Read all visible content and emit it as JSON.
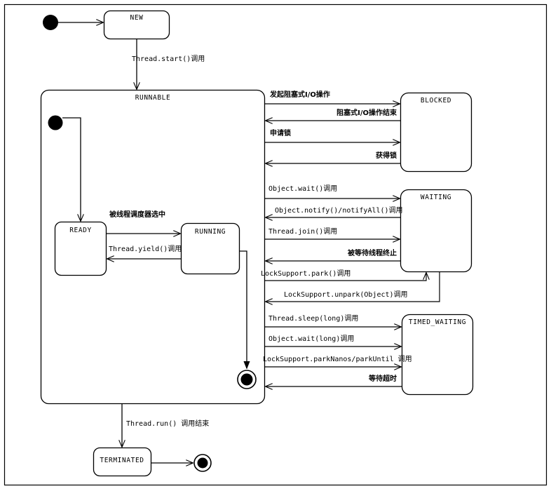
{
  "diagram": {
    "title": "Java Thread State Machine Diagram",
    "type": "uml-state-diagram",
    "line_color": "#000000",
    "fill_color": "#ffffff",
    "background": "#ffffff"
  },
  "states": {
    "new": "NEW",
    "runnable": "RUNNABLE",
    "ready": "READY",
    "running": "RUNNING",
    "blocked": "BLOCKED",
    "waiting": "WAITING",
    "timed_waiting": "TIMED_WAITING",
    "terminated": "TERMINATED"
  },
  "transitions": {
    "new_to_runnable": "Thread.start()调用",
    "ready_to_running": "被线程调度器选中",
    "running_to_ready": "Thread.yield()调用",
    "runnable_to_blocked_io": "发起阻塞式I/O操作",
    "blocked_to_runnable_io": "阻塞式I/O操作结束",
    "runnable_to_blocked_lock": "申请锁",
    "blocked_to_runnable_lock": "获得锁",
    "runnable_to_waiting_wait": "Object.wait()调用",
    "waiting_to_runnable_notify": "Object.notify()/notifyAll()调用",
    "runnable_to_waiting_join": "Thread.join()调用",
    "waiting_to_runnable_join": "被等待线程终止",
    "runnable_to_waiting_park": "LockSupport.park()调用",
    "waiting_to_runnable_unpark": "LockSupport.unpark(Object)调用",
    "runnable_to_timed_sleep": "Thread.sleep(long)调用",
    "runnable_to_timed_wait": "Object.wait(long)调用",
    "runnable_to_timed_park": "LockSupport.parkNanos/parkUntil 调用",
    "timed_to_runnable_timeout": "等待超时",
    "runnable_to_terminated": "Thread.run() 调用结束"
  },
  "markers": {
    "initial_outer": "initial-state",
    "initial_inner": "initial-state",
    "final_inner": "final-state",
    "final_outer": "final-state"
  }
}
